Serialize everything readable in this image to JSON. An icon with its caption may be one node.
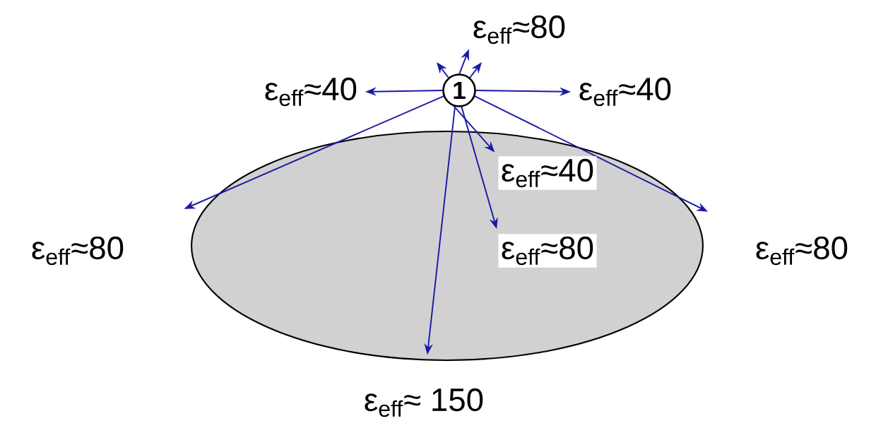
{
  "diagram": {
    "nodes": [
      {
        "text": [
          "1"
        ]
      },
      {
        "text": [],
        "shape": "ellipse"
      },
      {
        "text": [
          "ε$_{eff}$≈80"
        ]
      },
      {
        "text": [
          "ε$_{eff}$≈40"
        ]
      },
      {
        "text": [
          "ε$_{eff}$≈40"
        ]
      },
      {
        "text": [
          "ε$_{eff}$≈80"
        ]
      },
      {
        "text": [
          "ε$_{eff}$≈40"
        ],
        "in": 1
      },
      {
        "text": [
          "ε$_{eff}$≈80"
        ],
        "in": 1
      },
      {
        "text": [
          "ε$_{eff}$≈80"
        ]
      },
      {
        "text": [
          "ε$_{eff}$≈ 150"
        ]
      }
    ],
    "edges": [
      {
        "from": 0,
        "to": null,
        "arrow": "to"
      },
      {
        "from": 0,
        "to": 2,
        "arrow": "to"
      },
      {
        "from": 0,
        "to": null,
        "arrow": "to"
      },
      {
        "from": 0,
        "to": 3,
        "arrow": "to"
      },
      {
        "from": 0,
        "to": 4,
        "arrow": "to"
      },
      {
        "from": 0,
        "to": 5,
        "arrow": "to"
      },
      {
        "from": 0,
        "to": 8,
        "arrow": "to"
      },
      {
        "from": 0,
        "to": 6,
        "arrow": "to"
      },
      {
        "from": 0,
        "to": 7,
        "arrow": "to"
      },
      {
        "from": 0,
        "to": 9,
        "arrow": "to"
      }
    ]
  }
}
